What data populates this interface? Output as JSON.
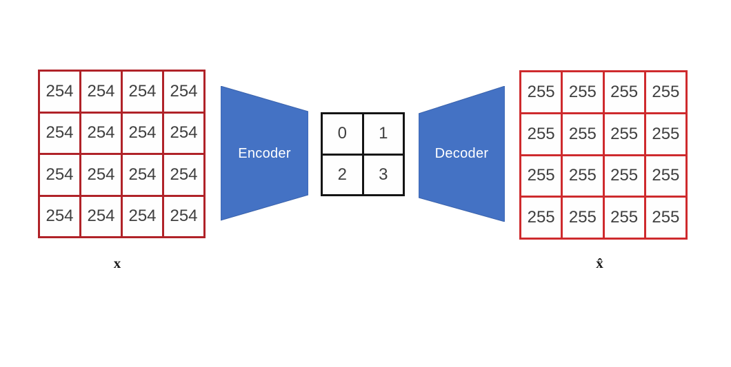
{
  "diagram": {
    "input_grid": {
      "label": "x",
      "rows": [
        [
          "254",
          "254",
          "254",
          "254"
        ],
        [
          "254",
          "254",
          "254",
          "254"
        ],
        [
          "254",
          "254",
          "254",
          "254"
        ],
        [
          "254",
          "254",
          "254",
          "254"
        ]
      ]
    },
    "encoder": {
      "label": "Encoder"
    },
    "latent_grid": {
      "rows": [
        [
          "0",
          "1"
        ],
        [
          "2",
          "3"
        ]
      ]
    },
    "decoder": {
      "label": "Decoder"
    },
    "output_grid": {
      "label": "x̂",
      "rows": [
        [
          "255",
          "255",
          "255",
          "255"
        ],
        [
          "255",
          "255",
          "255",
          "255"
        ],
        [
          "255",
          "255",
          "255",
          "255"
        ],
        [
          "255",
          "255",
          "255",
          "255"
        ]
      ]
    }
  },
  "colors": {
    "input_grid_border": "#b02228",
    "output_grid_border": "#ce2a2d",
    "latent_grid_border": "#141414",
    "trapezoid_fill": "#4472c4",
    "trapezoid_stroke": "#3a62ab",
    "trapezoid_text": "#ffffff",
    "cell_text": "#3f3f3f"
  }
}
